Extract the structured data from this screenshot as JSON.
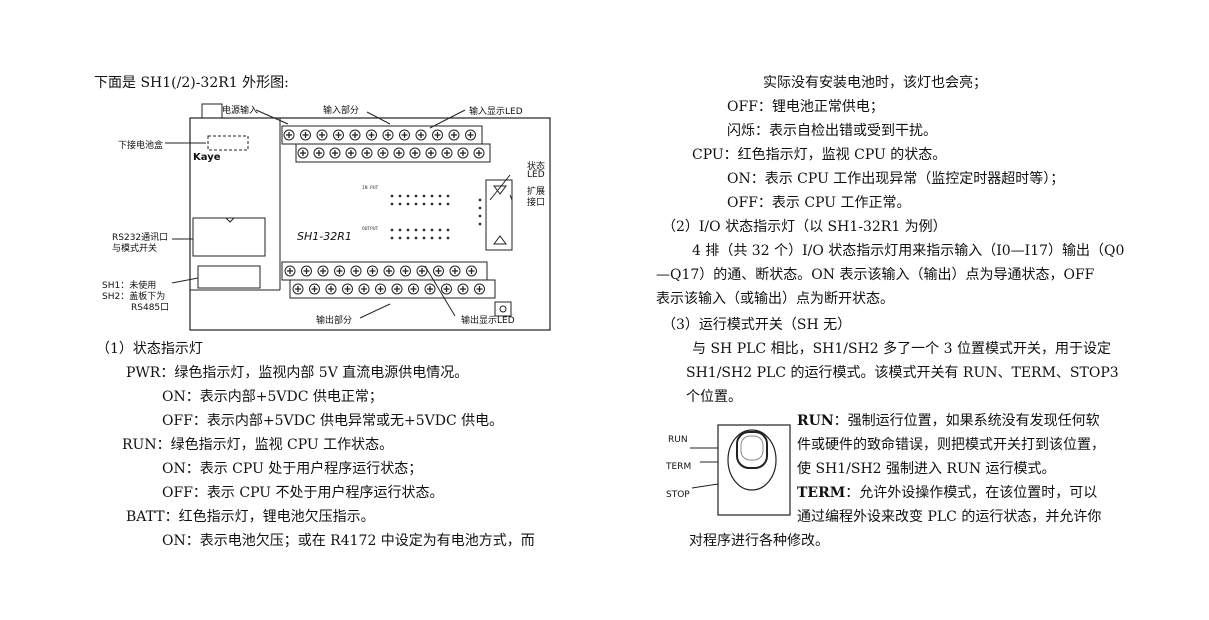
{
  "left": {
    "heading": "下面是 SH1(/2)-32R1 外形图:",
    "figure": {
      "callouts": {
        "power_input": "电源输入",
        "input_section": "输入部分",
        "input_led": "输入显示LED",
        "battery_box": "下接电池盒",
        "status_led_1": "状态",
        "status_led_2": "LED",
        "expansion_1": "扩展",
        "expansion_2": "接口",
        "rs232_1": "RS232通讯口",
        "rs232_2": "与模式开关",
        "sh_1": "SH1：未使用",
        "sh_2": "SH2：盖板下为",
        "sh_3": "RS485口",
        "output_section": "输出部分",
        "output_led": "输出显示LED"
      },
      "device_model": "SH1-32R1",
      "brand": "Kaye",
      "panel_in": "IN PUT",
      "panel_out": "OUTPUT"
    },
    "sec1_title": "（1）状态指示灯",
    "pwr": "PWR：绿色指示灯，监视内部 5V 直流电源供电情况。",
    "pwr_on": "ON：表示内部+5VDC 供电正常；",
    "pwr_off": "OFF：表示内部+5VDC 供电异常或无+5VDC 供电。",
    "run": "RUN：绿色指示灯，监视 CPU 工作状态。",
    "run_on": "ON：表示 CPU 处于用户程序运行状态；",
    "run_off": "OFF：表示 CPU 不处于用户程序运行状态。",
    "batt": "BATT：红色指示灯，锂电池欠压指示。",
    "batt_on": "ON：表示电池欠压；或在 R4172 中设定为有电池方式，而"
  },
  "right": {
    "l1": "实际没有安装电池时，该灯也会亮；",
    "l2": "OFF：锂电池正常供电；",
    "l3": "闪烁：表示自检出错或受到干扰。",
    "l4": "CPU：红色指示灯，监视 CPU 的状态。",
    "l5": "ON：表示 CPU 工作出现异常（监控定时器超时等）；",
    "l6": "OFF：表示 CPU 工作正常。",
    "sec2_title": "（2）I/O 状态指示灯（以 SH1-32R1 为例）",
    "p2_1": "4 排（共 32 个）I/O 状态指示灯用来指示输入（I0—I17）输出（Q0",
    "p2_2": "—Q17）的通、断状态。ON 表示该输入（输出）点为导通状态，OFF",
    "p2_3": "表示该输入（或输出）点为断开状态。",
    "sec3_title": "（3）运行模式开关（SH 无）",
    "p3_1": "与 SH PLC  相比，SH1/SH2 多了一个 3 位置模式开关，用于设定",
    "p3_2": "SH1/SH2    PLC 的运行模式。该模式开关有 RUN、TERM、STOP3",
    "p3_3": "个位置。",
    "switch": {
      "run": "RUN",
      "term": "TERM",
      "stop": "STOP"
    },
    "run_title": "RUN",
    "run_text_1": "：强制运行位置，如果系统没有发现任何软",
    "run_text_2": "件或硬件的致命错误，则把模式开关打到该位置，",
    "run_text_3": "使 SH1/SH2 强制进入 RUN 运行模式。",
    "term_title": "TERM",
    "term_text_1": "：允许外设操作模式，在该位置时，可以",
    "term_text_2": "通过编程外设来改变 PLC 的运行状态，并允许你",
    "term_text_3": "对程序进行各种修改。"
  }
}
